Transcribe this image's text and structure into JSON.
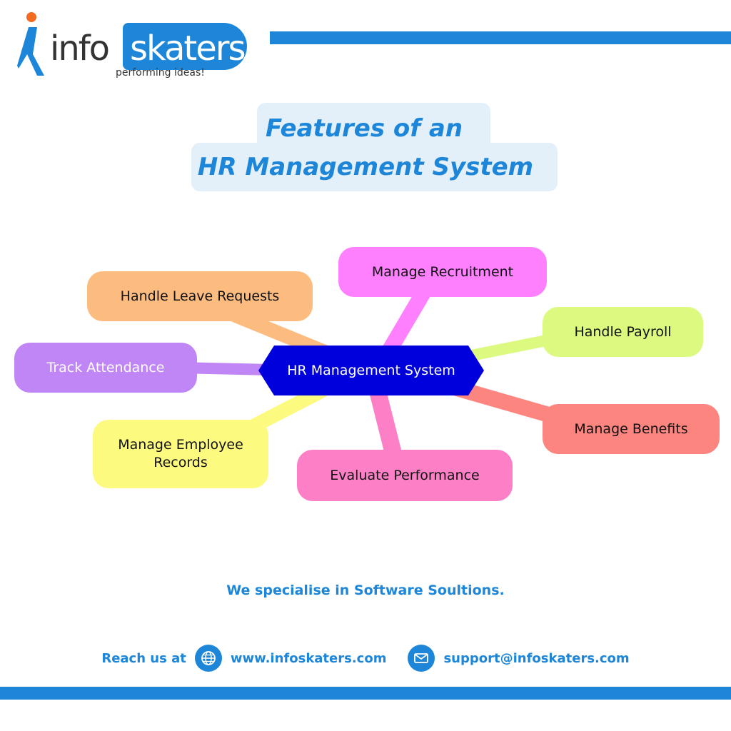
{
  "brand": {
    "name_part1": "info",
    "name_part2": "skaters",
    "tagline": "performing ideas!",
    "primary_color": "#1d86d8",
    "accent_color": "#f26b21"
  },
  "title": {
    "line1": "Features of an",
    "line2": "HR Management System"
  },
  "mindmap": {
    "center": {
      "label": "HR Management System",
      "color": "#0000dd"
    },
    "nodes": [
      {
        "label": "Manage Recruitment",
        "color": "#ff80ff"
      },
      {
        "label": "Handle Leave Requests",
        "color": "#fdbc7f"
      },
      {
        "label": "Handle Payroll",
        "color": "#dcfa7f"
      },
      {
        "label": "Track Attendance",
        "color": "#c186f6"
      },
      {
        "label": "Manage Benefits",
        "color": "#fd8580"
      },
      {
        "label": "Manage Employee Records",
        "color": "#fdfb7f"
      },
      {
        "label": "Evaluate Performance",
        "color": "#fd80c7"
      }
    ]
  },
  "footer": {
    "tagline": "We specialise in Software Soultions.",
    "reach_label": "Reach us at",
    "website": "www.infoskaters.com",
    "email": "support@infoskaters.com",
    "website_icon": "globe-icon",
    "email_icon": "envelope-icon"
  }
}
